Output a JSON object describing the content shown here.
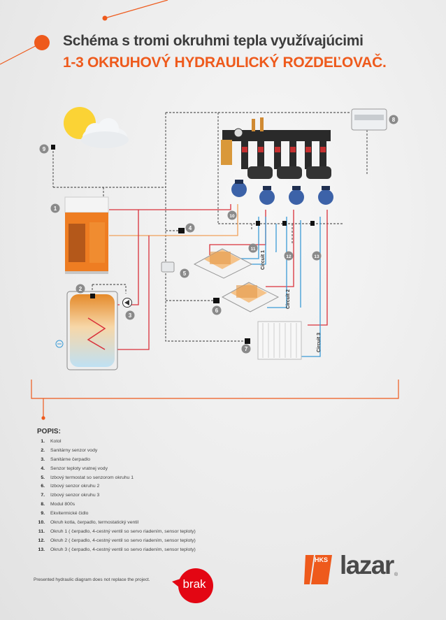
{
  "title": {
    "line1": "Schéma s tromi okruhmi tepla využívajúcimi",
    "line2": "1-3 OKRUHOVÝ HYDRAULICKÝ ROZDEĽOVAČ."
  },
  "diagram": {
    "markers": [
      "1",
      "2",
      "3",
      "4",
      "5",
      "6",
      "7",
      "8",
      "9",
      "10",
      "11",
      "12",
      "13"
    ],
    "circuit_labels": [
      "Circuit 1",
      "Circuit 2",
      "Circuit 3"
    ]
  },
  "legend": {
    "title": "POPIS:",
    "items": [
      {
        "num": "1.",
        "text": "Kotol"
      },
      {
        "num": "2.",
        "text": "Sanitárny senzor vody"
      },
      {
        "num": "3.",
        "text": "Sanitárne čerpadlo"
      },
      {
        "num": "4.",
        "text": "Senzor teploty vratnej vody"
      },
      {
        "num": "5.",
        "text": "Izbový termostat so senzorom okruhu 1"
      },
      {
        "num": "6.",
        "text": "Izbový senzor okruhu 2"
      },
      {
        "num": "7.",
        "text": "Izbový senzor okruhu 3"
      },
      {
        "num": "8.",
        "text": "Modul 800s"
      },
      {
        "num": "9.",
        "text": "Ekvitermické čidlo"
      },
      {
        "num": "10.",
        "text": "Okruh kotla, čerpadlo, termostatický ventil"
      },
      {
        "num": "11.",
        "text": "Okruh 1 ( čerpadlo, 4-cestný ventil so servo riadením, sensor teploty)"
      },
      {
        "num": "12.",
        "text": "Okruh 2 ( čerpadlo, 4-cestný ventil so servo riadením, sensor teploty)"
      },
      {
        "num": "13.",
        "text": "Okruh 3 ( čerpadlo, 4-cestný ventil so servo riadením, sensor teploty)"
      }
    ]
  },
  "footer": {
    "note": "Presented hydraulic diagram does not replace the project.",
    "brak": "brak",
    "logo_text": "lazar",
    "logo_badge": "HKS",
    "logo_reg": "®"
  },
  "colors": {
    "accent": "#ee5a1c",
    "supply": "#d9303a",
    "return": "#3b9bd6",
    "boiler_pipe": "#f0a05a"
  }
}
